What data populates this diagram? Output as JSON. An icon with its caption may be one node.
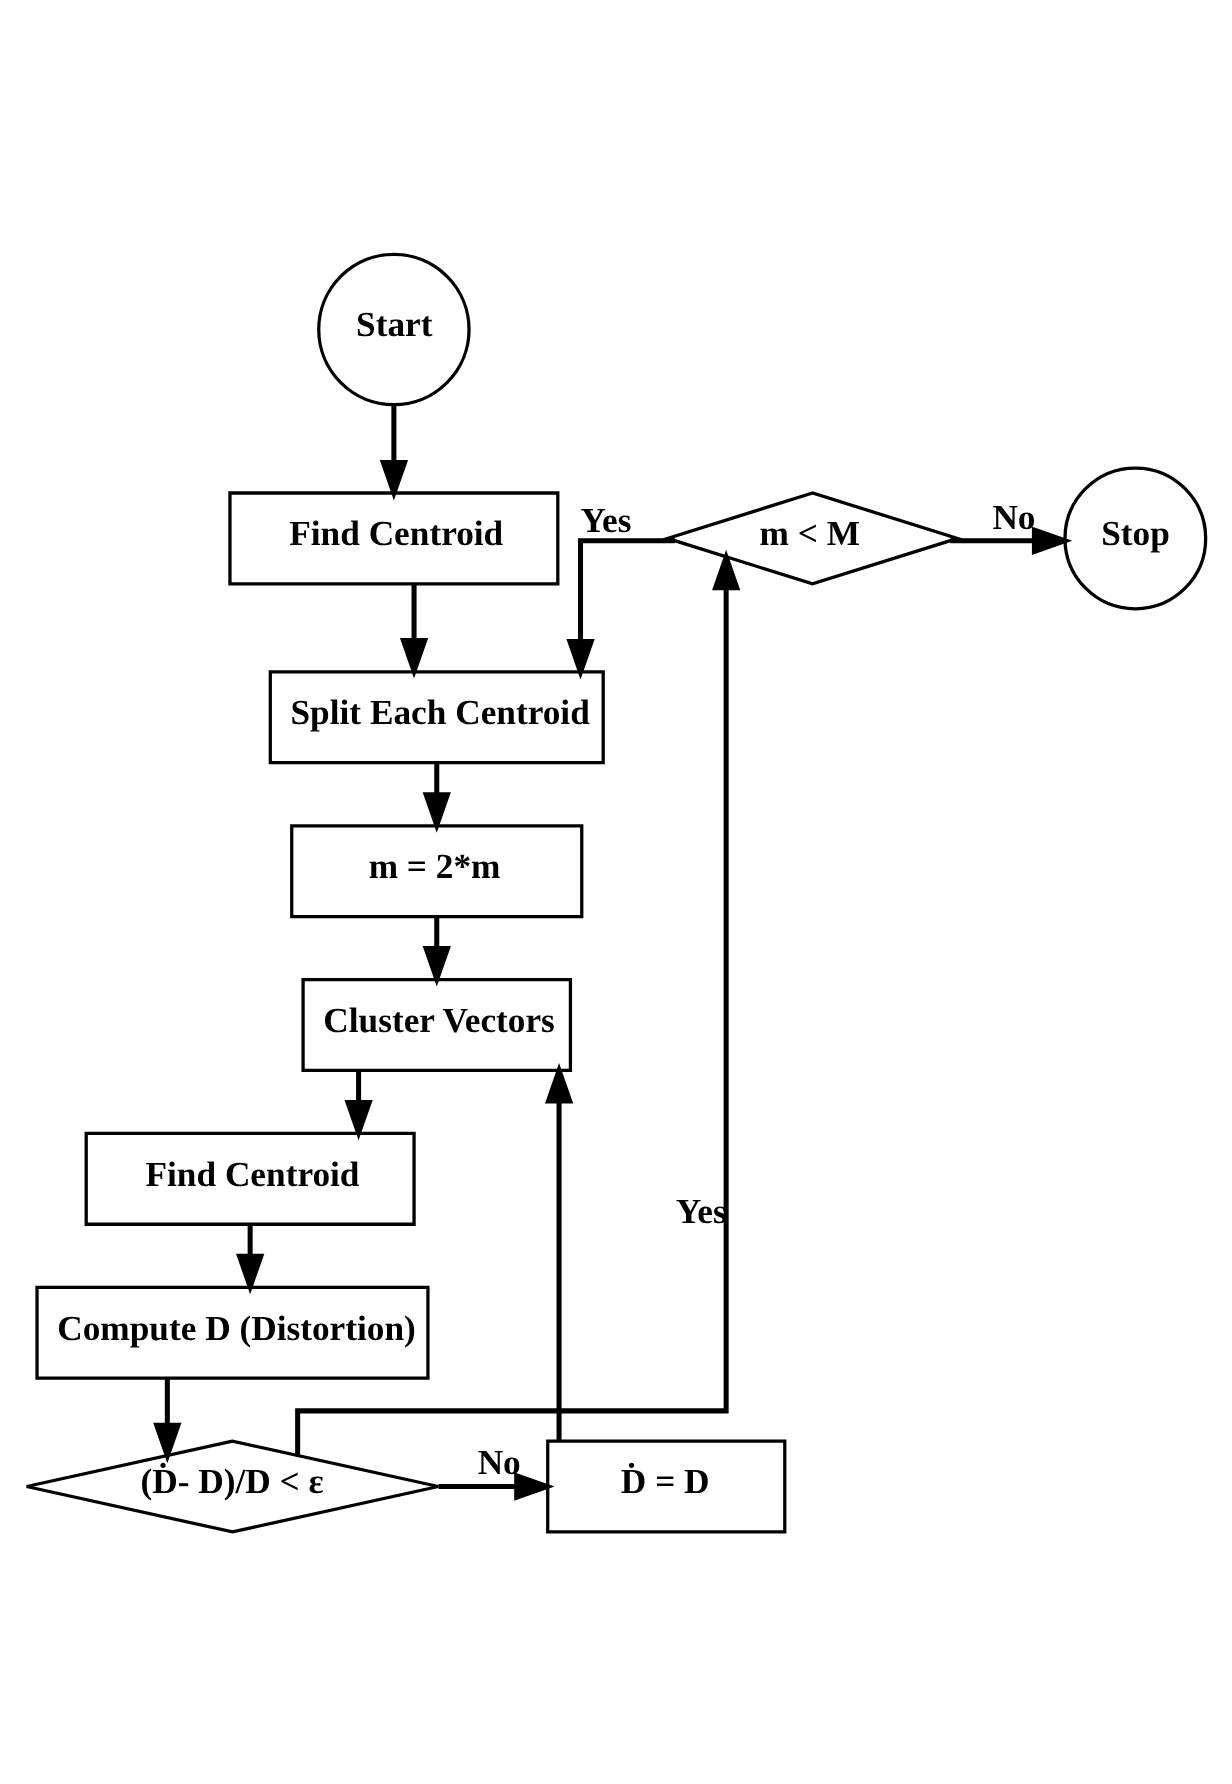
{
  "diagram": {
    "nodes": [
      {
        "text": [
          "Start"
        ]
      },
      {
        "text": [
          "Find Centroid"
        ]
      },
      {
        "text": [
          "m < M"
        ]
      },
      {
        "text": [
          "Stop"
        ]
      },
      {
        "text": [
          "Split Each Centroid"
        ]
      },
      {
        "text": [
          "m = 2*m"
        ]
      },
      {
        "text": [
          "Cluster Vectors"
        ]
      },
      {
        "text": [
          "Find Centroid"
        ]
      },
      {
        "text": [
          "Compute D (Distortion)"
        ]
      },
      {
        "text": [
          "Ḋ = D"
        ]
      },
      {
        "text": [
          "(Ḋ- D)/D < ε"
        ]
      }
    ],
    "edges": [
      {
        "from": 0,
        "to": 1,
        "arrow": "to"
      },
      {
        "from": 1,
        "to": 4,
        "arrow": "to"
      },
      {
        "from": 2,
        "to": 4,
        "arrow": "to",
        "label": "Yes"
      },
      {
        "from": 2,
        "to": 3,
        "arrow": "to",
        "label": "No"
      },
      {
        "from": 4,
        "to": 5,
        "arrow": "to"
      },
      {
        "from": 5,
        "to": 6,
        "arrow": "to"
      },
      {
        "from": 6,
        "to": 7,
        "arrow": "to"
      },
      {
        "from": 7,
        "to": 8,
        "arrow": "to"
      },
      {
        "from": 8,
        "to": 10,
        "arrow": "to"
      },
      {
        "from": 10,
        "to": 9,
        "arrow": "to",
        "label": "No"
      },
      {
        "from": 10,
        "to": 2,
        "arrow": "to",
        "label": "Yes"
      },
      {
        "from": 9,
        "to": 6,
        "arrow": "to"
      }
    ]
  }
}
